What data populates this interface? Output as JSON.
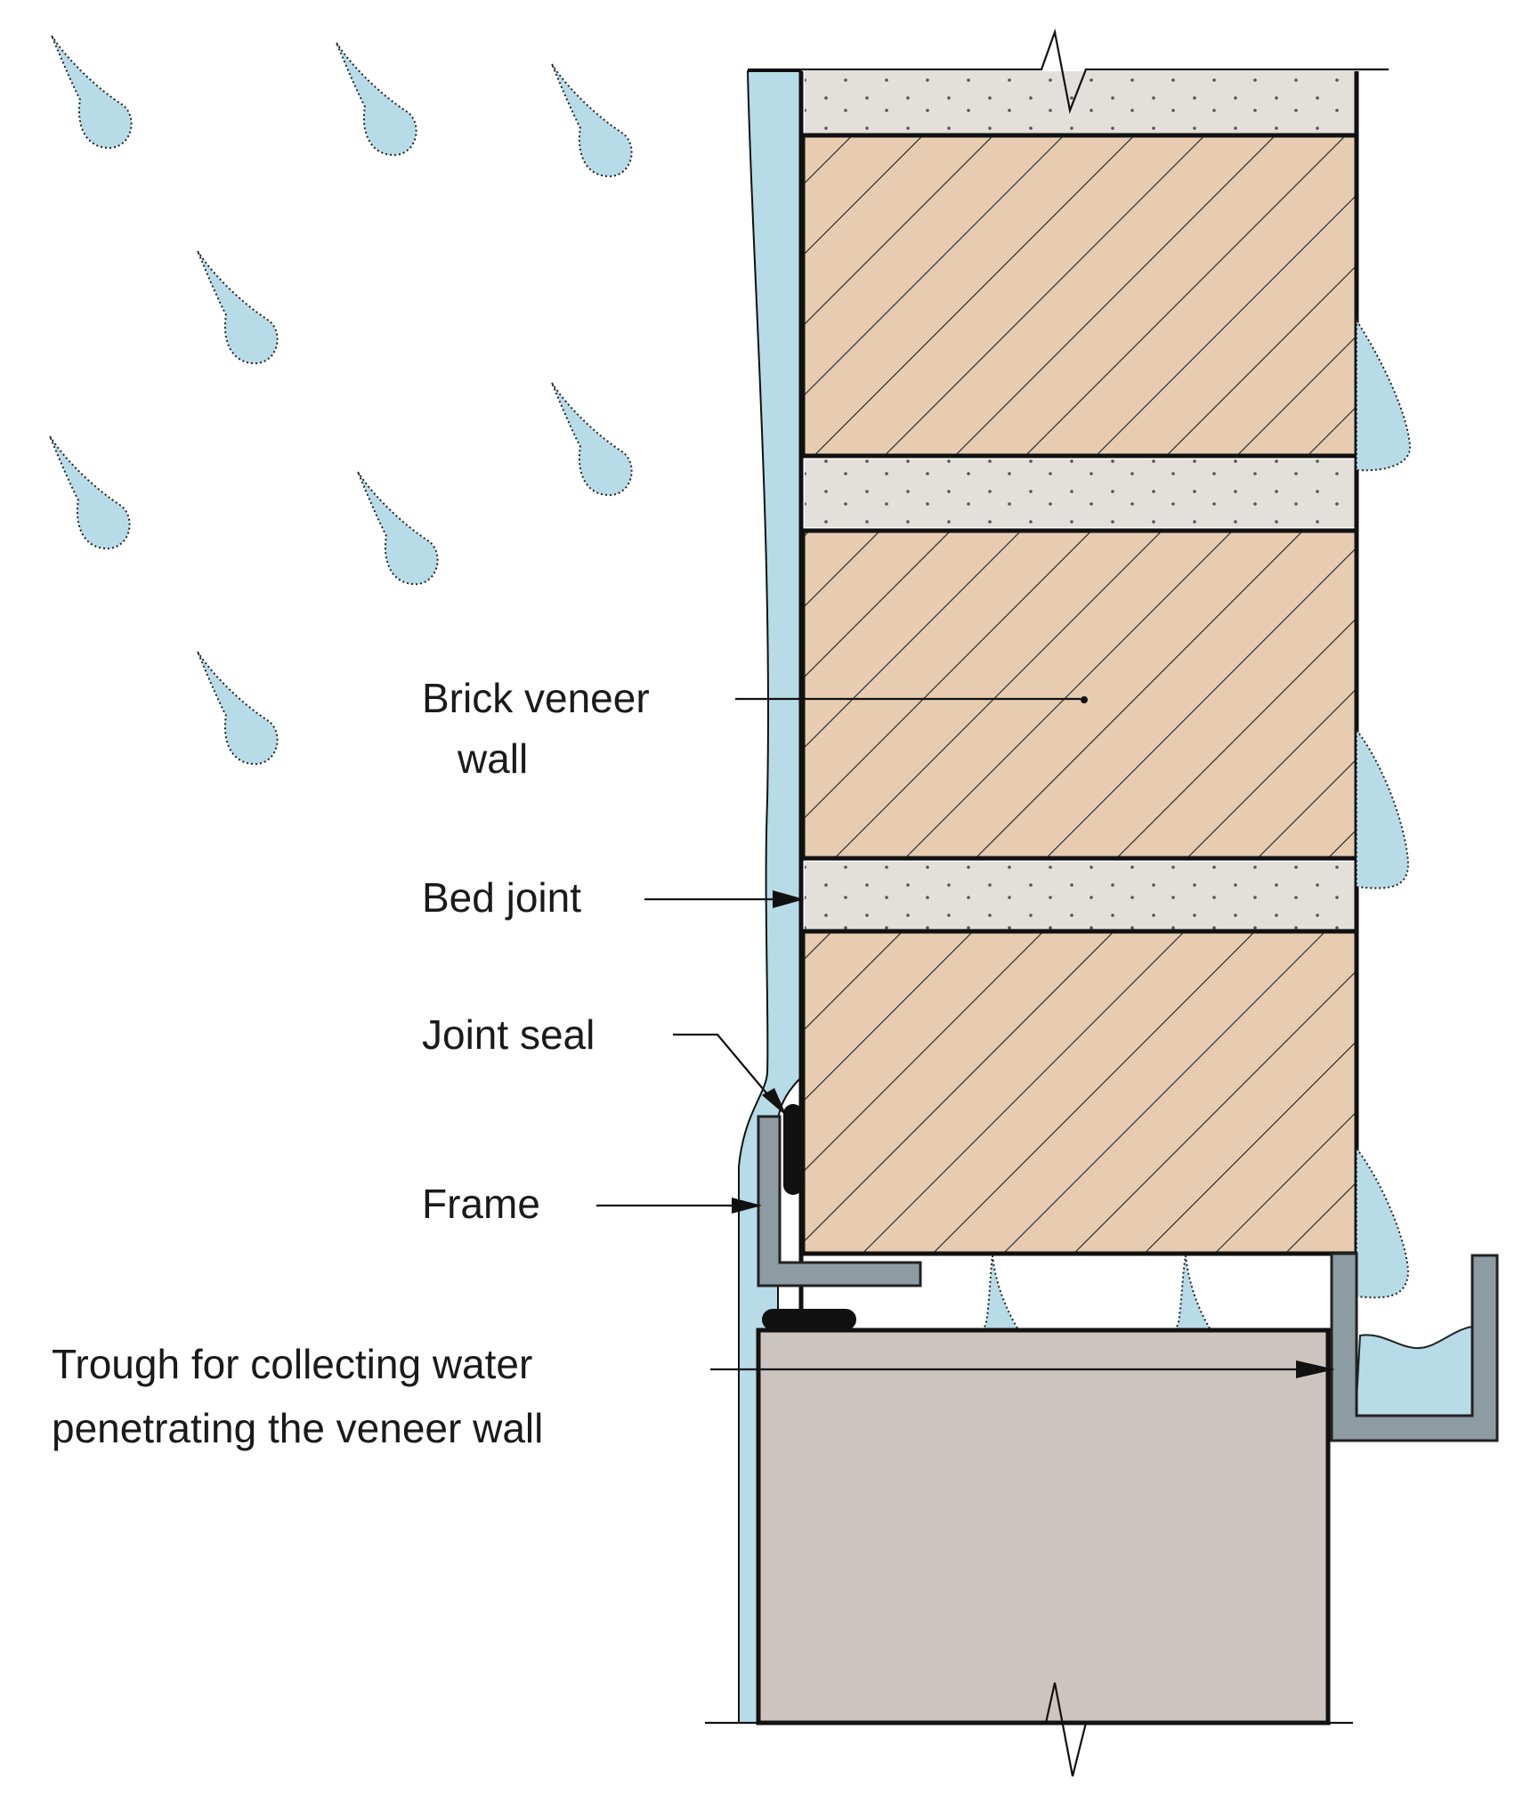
{
  "labels": {
    "brick_veneer_line1": "Brick veneer",
    "brick_veneer_line2": "wall",
    "bed_joint": "Bed joint",
    "joint_seal": "Joint seal",
    "frame": "Frame",
    "trough_line1": "Trough for collecting water",
    "trough_line2": "penetrating the veneer wall"
  },
  "colors": {
    "water": "#b8dbe8",
    "brick": "#e7ccb1",
    "mortar": "#e3dfda",
    "support": "#cbc4bf",
    "metal": "#8d9ca3",
    "seal": "#111111"
  }
}
